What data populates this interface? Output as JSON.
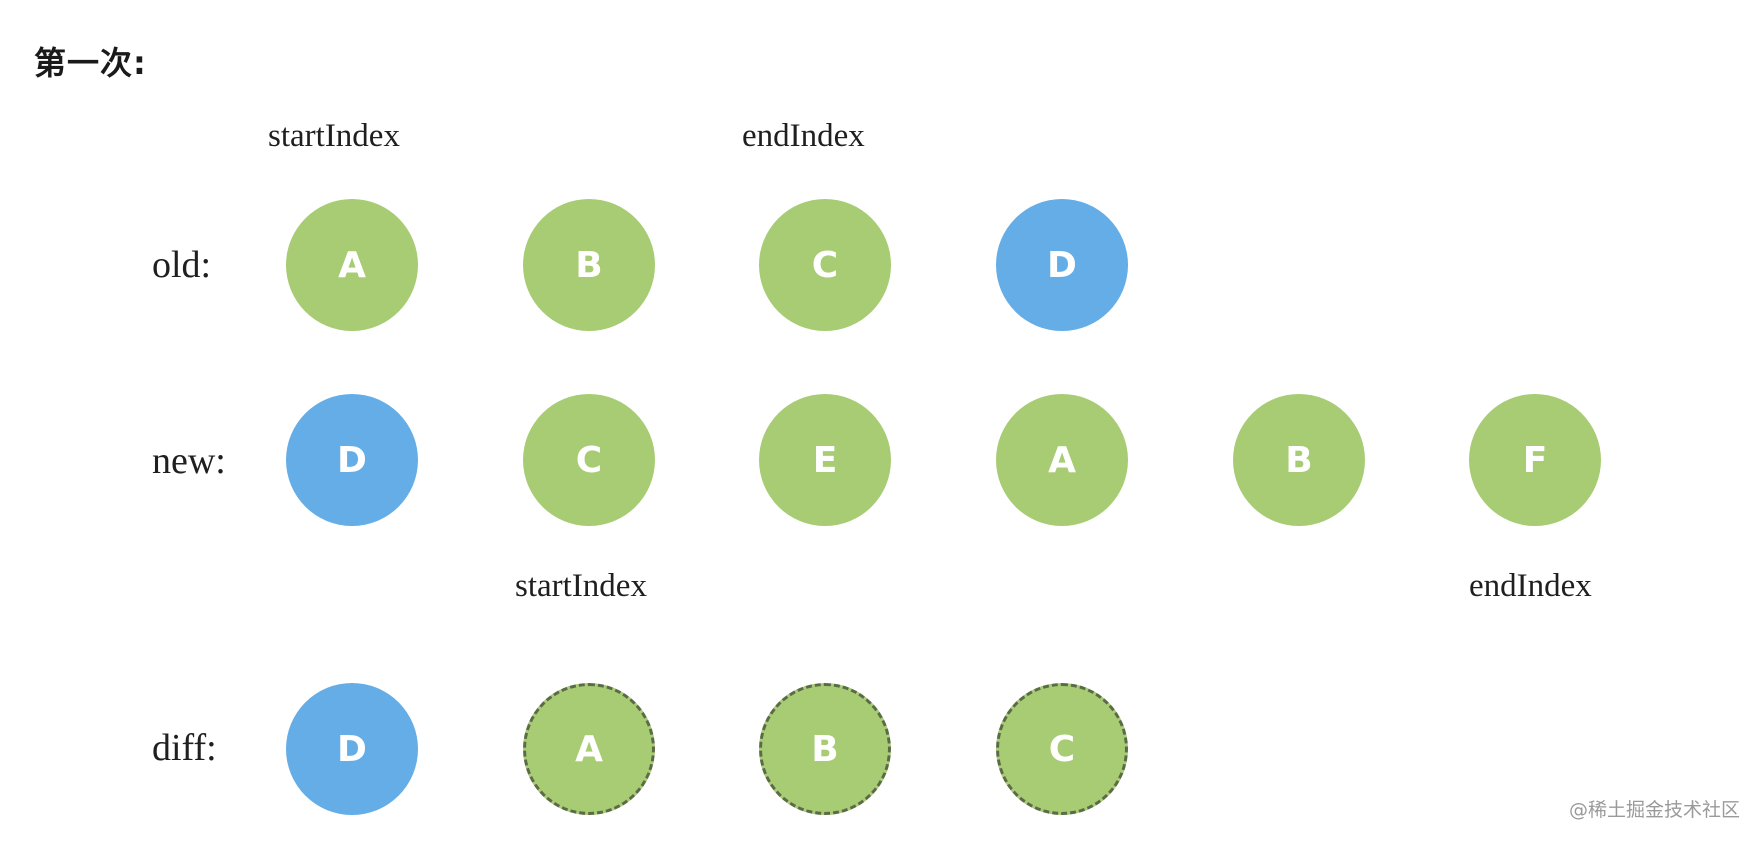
{
  "heading": "第一次:",
  "rows": {
    "old": {
      "label": "old:",
      "nodes": [
        {
          "text": "A",
          "color": "green"
        },
        {
          "text": "B",
          "color": "green"
        },
        {
          "text": "C",
          "color": "green"
        },
        {
          "text": "D",
          "color": "blue"
        }
      ]
    },
    "new": {
      "label": "new:",
      "nodes": [
        {
          "text": "D",
          "color": "blue"
        },
        {
          "text": "C",
          "color": "green"
        },
        {
          "text": "E",
          "color": "green"
        },
        {
          "text": "A",
          "color": "green"
        },
        {
          "text": "B",
          "color": "green"
        },
        {
          "text": "F",
          "color": "green"
        }
      ]
    },
    "diff": {
      "label": "diff:",
      "nodes": [
        {
          "text": "D",
          "color": "blue"
        },
        {
          "text": "A",
          "color": "dashed"
        },
        {
          "text": "B",
          "color": "dashed"
        },
        {
          "text": "C",
          "color": "dashed"
        }
      ]
    }
  },
  "indices": {
    "old_start": "startIndex",
    "old_end": "endIndex",
    "new_start": "startIndex",
    "new_end": "endIndex"
  },
  "colors": {
    "green": "#a7cc73",
    "blue": "#64ade6",
    "dashed_border": "#5b6b47"
  },
  "watermark": "@稀土掘金技术社区"
}
